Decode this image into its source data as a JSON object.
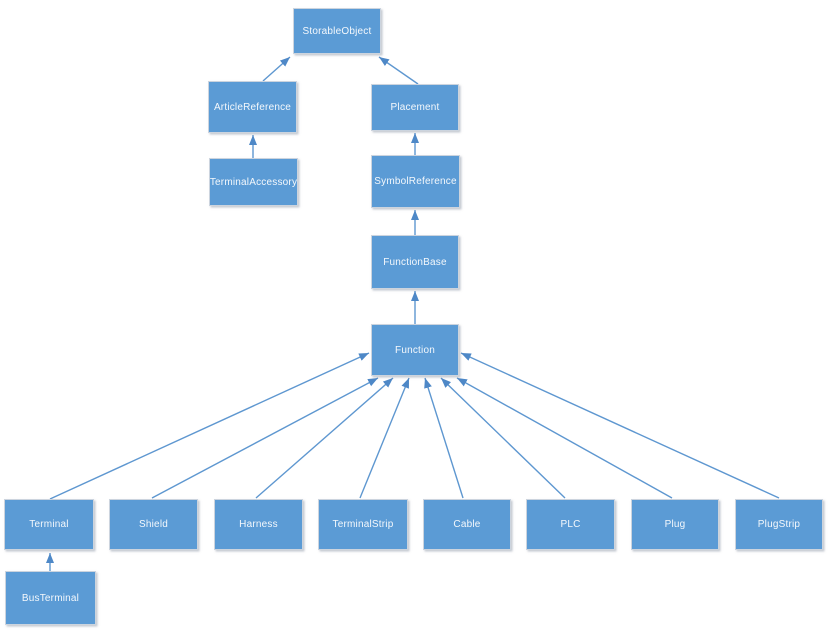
{
  "diagram": {
    "background_color": "#ffffff",
    "node_fill_color": "#5b9bd5",
    "node_border_color": "#ccd4de",
    "node_text_color": "#f4f8fc",
    "connector_color": "#5e97d0",
    "arrowhead_color": "#4e88c7"
  },
  "nodes": [
    {
      "id": "StorableObject",
      "label": "StorableObject"
    },
    {
      "id": "ArticleReference",
      "label": "ArticleReference"
    },
    {
      "id": "Placement",
      "label": "Placement"
    },
    {
      "id": "TerminalAccessory",
      "label": "TerminalAccessory"
    },
    {
      "id": "SymbolReference",
      "label": "SymbolReference"
    },
    {
      "id": "FunctionBase",
      "label": "FunctionBase"
    },
    {
      "id": "Function",
      "label": "Function"
    },
    {
      "id": "Terminal",
      "label": "Terminal"
    },
    {
      "id": "Shield",
      "label": "Shield"
    },
    {
      "id": "Harness",
      "label": "Harness"
    },
    {
      "id": "TerminalStrip",
      "label": "TerminalStrip"
    },
    {
      "id": "Cable",
      "label": "Cable"
    },
    {
      "id": "PLC",
      "label": "PLC"
    },
    {
      "id": "Plug",
      "label": "Plug"
    },
    {
      "id": "PlugStrip",
      "label": "PlugStrip"
    },
    {
      "id": "BusTerminal",
      "label": "BusTerminal"
    }
  ],
  "edges": [
    {
      "from": "ArticleReference",
      "to": "StorableObject"
    },
    {
      "from": "Placement",
      "to": "StorableObject"
    },
    {
      "from": "TerminalAccessory",
      "to": "ArticleReference"
    },
    {
      "from": "SymbolReference",
      "to": "Placement"
    },
    {
      "from": "FunctionBase",
      "to": "SymbolReference"
    },
    {
      "from": "Function",
      "to": "FunctionBase"
    },
    {
      "from": "Terminal",
      "to": "Function"
    },
    {
      "from": "Shield",
      "to": "Function"
    },
    {
      "from": "Harness",
      "to": "Function"
    },
    {
      "from": "TerminalStrip",
      "to": "Function"
    },
    {
      "from": "Cable",
      "to": "Function"
    },
    {
      "from": "PLC",
      "to": "Function"
    },
    {
      "from": "Plug",
      "to": "Function"
    },
    {
      "from": "PlugStrip",
      "to": "Function"
    },
    {
      "from": "BusTerminal",
      "to": "Terminal"
    }
  ]
}
